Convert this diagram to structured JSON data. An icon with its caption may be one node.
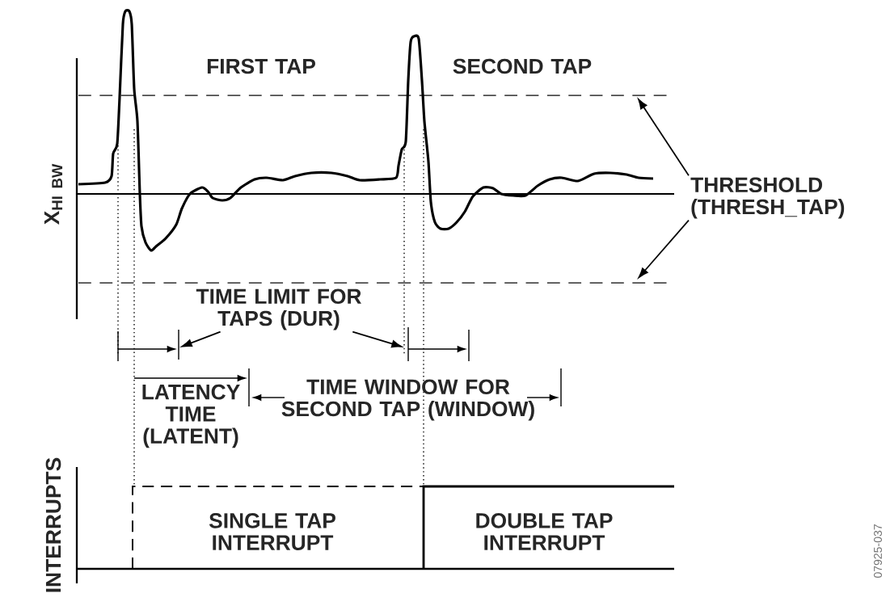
{
  "diagram": {
    "nodes": [
      {
        "text": [
          "THRESHOLD (THRESH_TAP)"
        ]
      },
      {
        "text": [
          "TIME LIMIT FOR TAPS (DUR)"
        ]
      }
    ],
    "edges": [
      {
        "from": 0,
        "to": null,
        "arrow": "to"
      },
      {
        "from": 0,
        "to": null,
        "arrow": "to"
      },
      {
        "from": 1,
        "to": null,
        "arrow": "to"
      },
      {
        "from": 1,
        "to": null,
        "arrow": "to"
      }
    ],
    "labels": [
      "FIRST TAP",
      "SECOND TAP",
      "\\text{X}_{\\text{HI BW}}",
      "LATENCY TIME (LATENT)",
      "TIME WINDOW FOR SECOND TAP (WINDOW)",
      "INTERRUPTS",
      "SINGLE TAP INTERRUPT",
      "DOUBLE TAP INTERRUPT",
      "07925-037"
    ]
  }
}
